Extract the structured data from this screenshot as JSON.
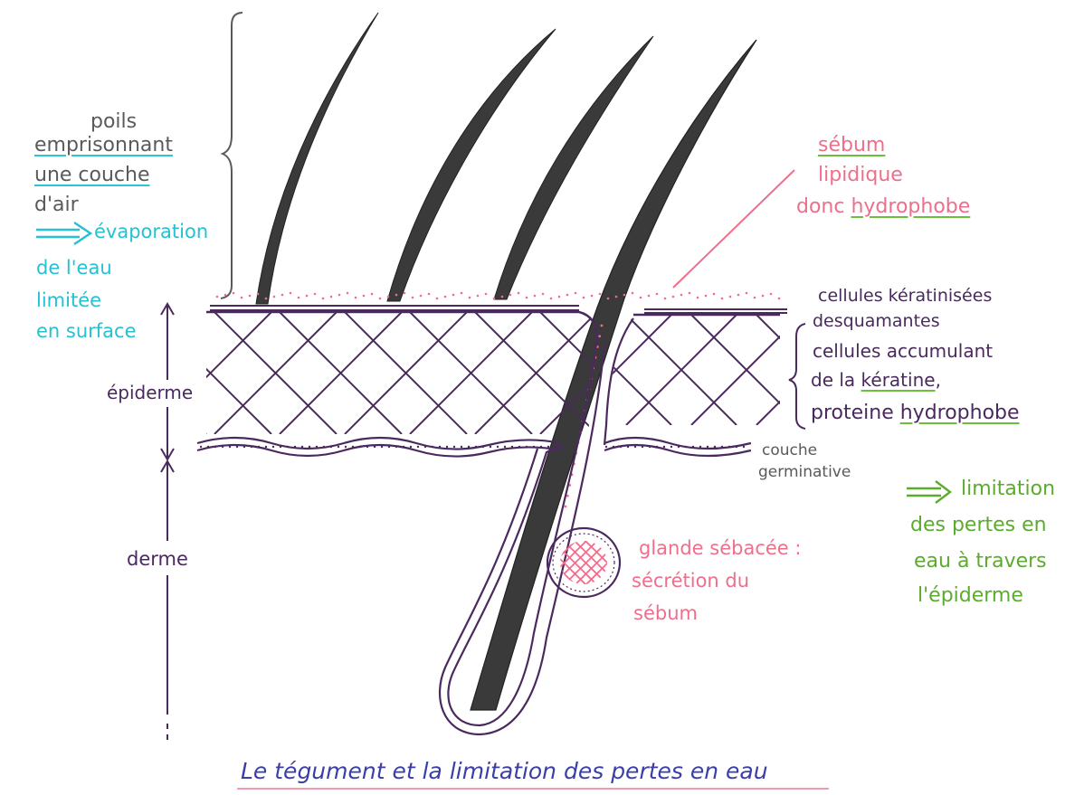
{
  "colors": {
    "purple": "#4a2a5e",
    "cyan": "#25c1d3",
    "pink": "#ee6f8c",
    "green": "#5cab2e",
    "blue": "#3a3fa8",
    "grey": "#5a5a5a",
    "hair": "#3c3c3c",
    "underline_green": "#6bbf3a",
    "underline_pink": "#f29bb0"
  },
  "icons": {
    "brace": "curly-brace-icon",
    "arrow": "double-arrow-icon"
  },
  "labels": {
    "poils": {
      "line1": "poils",
      "line2": "emprisonnant",
      "line3": "une couche",
      "line4": "d'air"
    },
    "evaporation": {
      "line1": "évaporation",
      "line2": "de l'eau",
      "line3": "limitée",
      "line4": "en surface"
    },
    "sebum_lipidique": {
      "line1": "sébum",
      "line2": "lipidique",
      "line3_prefix": "donc ",
      "line3_word": "hydrophobe"
    },
    "cellules_keratinisees": {
      "line1": "cellules kératinisées",
      "line2": "desquamantes"
    },
    "cellules_keratine": {
      "line1": "cellules accumulant",
      "line2_prefix": "de la ",
      "line2_word": "kératine",
      "line2_suffix": ",",
      "line3_prefix": "proteine ",
      "line3_word": "hydrophobe"
    },
    "couche_germinative": {
      "line1": "couche",
      "line2": "germinative"
    },
    "epiderme": "épiderme",
    "derme": "derme",
    "glande": {
      "line1": "glande sébacée :",
      "line2": "sécrétion du",
      "line3": "sébum"
    },
    "limitation": {
      "line1": "limitation",
      "line2": "des pertes en",
      "line3": "eau à travers",
      "line4": "l'épiderme"
    },
    "caption": "Le tégument et la limitation des pertes en eau"
  }
}
